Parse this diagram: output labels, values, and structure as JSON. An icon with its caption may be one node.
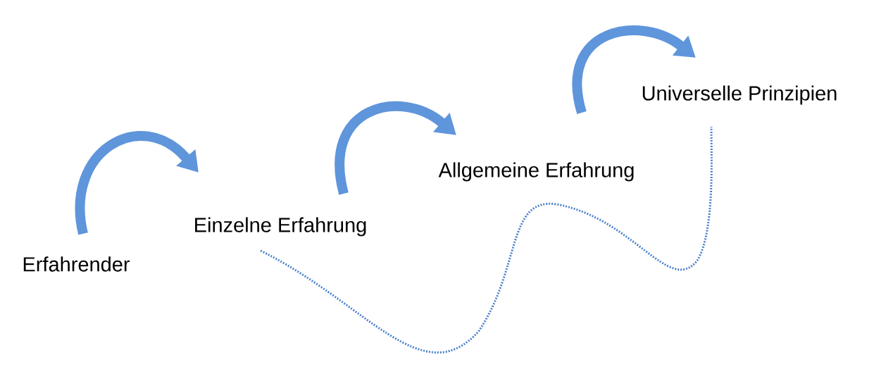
{
  "diagram": {
    "nodes": [
      {
        "text": [
          "Erfahrender"
        ]
      },
      {
        "text": [
          "Einzelne Erfahrung"
        ]
      },
      {
        "text": [
          "Allgemeine Erfahrung"
        ]
      },
      {
        "text": [
          "Universelle Prinzipien"
        ]
      }
    ],
    "edges": [
      {
        "from": 0,
        "to": 1,
        "arrow": "to"
      },
      {
        "from": 1,
        "to": 2,
        "arrow": "to"
      },
      {
        "from": 2,
        "to": 3,
        "arrow": "to"
      },
      {
        "from": 1,
        "to": 3,
        "arrow": "none",
        "style": "dashed"
      }
    ]
  }
}
